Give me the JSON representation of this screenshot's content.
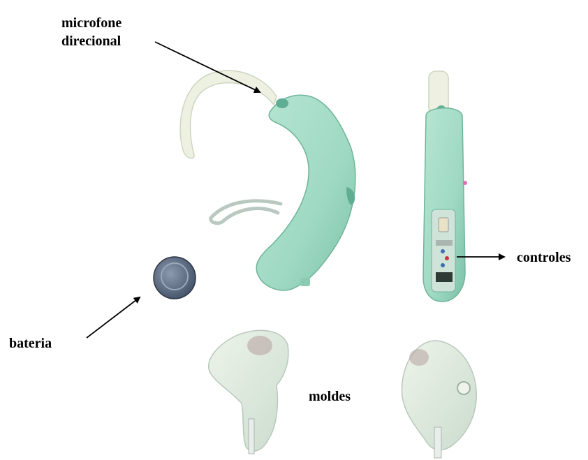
{
  "labels": {
    "microphone_line1": "microfone",
    "microphone_line2": "direcional",
    "controls": "controles",
    "battery": "bateria",
    "molds": "moldes"
  },
  "colors": {
    "device_body": "#9fd9c3",
    "device_shadow": "#7cc2a8",
    "tube": "#e9efdc",
    "mold": "#dfe9df",
    "battery": "#5a6a82",
    "arrow": "#000000"
  }
}
